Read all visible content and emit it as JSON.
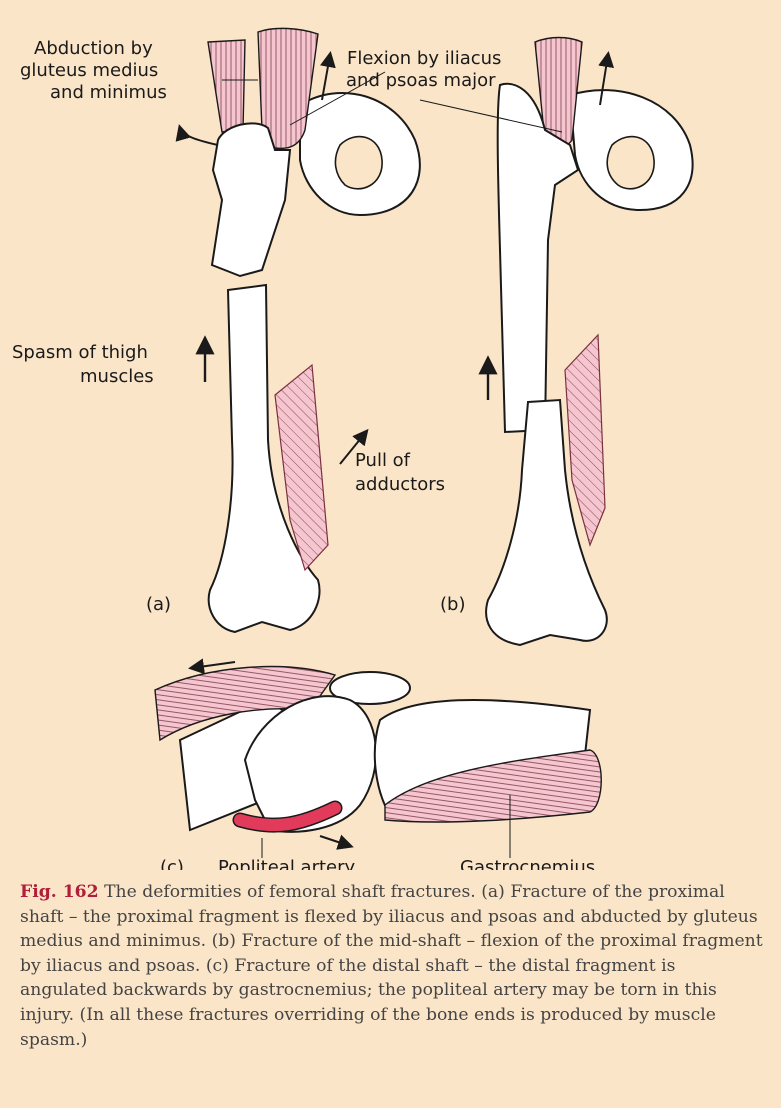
{
  "labels": {
    "abduction": [
      "Abduction by",
      "gluteus medius",
      "and minimus"
    ],
    "flexion": [
      "Flexion by iliacus",
      "and psoas major"
    ],
    "spasm": [
      "Spasm of thigh",
      "muscles"
    ],
    "pull": [
      "Pull of",
      "adductors"
    ],
    "panel_a": "(a)",
    "panel_b": "(b)",
    "panel_c": "(c)",
    "popliteal": "Popliteal artery",
    "gastrocnemius": "Gastrocnemius"
  },
  "caption": {
    "fig_label": "Fig. 162",
    "text": " The deformities of femoral shaft fractures. (a) Fracture of the proximal shaft – the proximal fragment is flexed by iliacus and psoas and abducted by gluteus medius and minimus. (b) Fracture of the mid-shaft – flexion of the proximal fragment by iliacus and psoas. (c) Fracture of the distal shaft – the distal fragment is angulated backwards by gastrocnemius; the popliteal artery may be torn in this injury. (In all these fractures overriding of the bone ends is produced by muscle spasm.)"
  },
  "colors": {
    "background": "#fbe5c8",
    "bone": "#ffffff",
    "muscle": "#f5c6cf",
    "artery": "#e23a5a",
    "caption_accent": "#b01e3a"
  }
}
